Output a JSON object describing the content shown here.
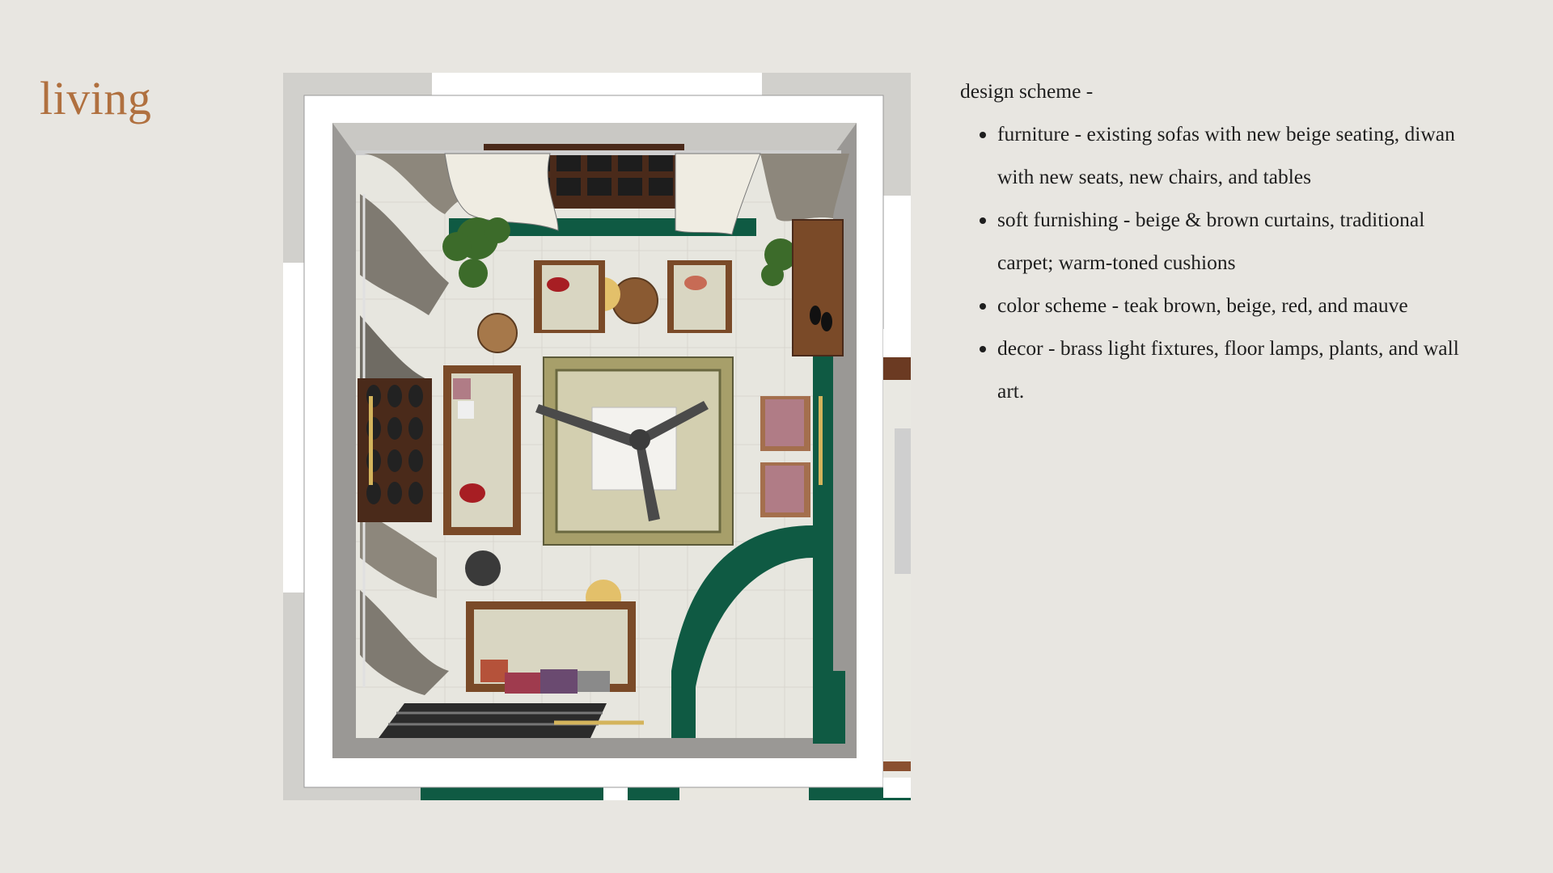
{
  "slide": {
    "title": "living"
  },
  "design_scheme": {
    "heading": "design scheme -",
    "items": [
      "furniture - existing sofas with new beige seating, diwan with new seats, new chairs, and tables",
      "soft furnishing - beige & brown curtains, traditional carpet; warm-toned cushions",
      "color scheme - teak brown, beige, red, and mauve",
      "decor - brass light fixtures, floor lamps, plants, and wall art."
    ]
  },
  "colors": {
    "title": "#b0703f",
    "background": "#e8e6e1",
    "floor_green": "#0f5a43",
    "teak": "#7a4a28",
    "beige": "#d9d6c2",
    "mauve": "#b07c86",
    "red": "#a71e23"
  }
}
